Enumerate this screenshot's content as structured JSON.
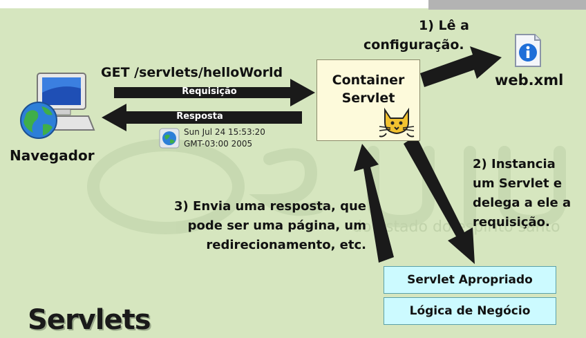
{
  "request_line": "GET /servlets/helloWorld",
  "arrows": {
    "request_label": "Requisição",
    "response_label": "Resposta"
  },
  "browser": {
    "label": "Navegador",
    "date_line1": "Sun Jul 24 15:53:20",
    "date_line2": "GMT-03:00 2005"
  },
  "container": {
    "line1": "Container",
    "line2": "Servlet"
  },
  "config_step": {
    "line1": "1) Lê a",
    "line2": "configuração."
  },
  "webxml_label": "web.xml",
  "instance_step": {
    "line1": "2) Instancia",
    "line2": "um Servlet e",
    "line3": "delega a ele a",
    "line4": "requisição."
  },
  "response_step": {
    "line1": "3) Envia uma resposta, que",
    "line2": "pode ser uma página, um",
    "line3": "redirecionamento, etc."
  },
  "boxes": {
    "servlet": "Servlet Apropriado",
    "logic": "Lógica de Negócio"
  },
  "slide_title": "Servlets",
  "watermark_tagline": "do estado do espírito santo",
  "colors": {
    "background": "#d6e6bf",
    "arrow": "#1a1a1a",
    "container_fill": "#fdfadb",
    "box_fill": "#ccfaff"
  }
}
